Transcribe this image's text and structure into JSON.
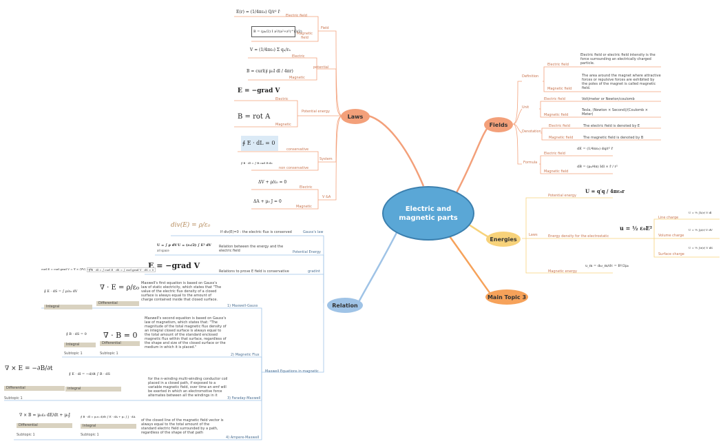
{
  "center": {
    "label_line1": "Electric and",
    "label_line2": "magnetic parts",
    "color": "#5aa7d6"
  },
  "topics": {
    "laws": {
      "label": "Laws",
      "color": "#f3a07a"
    },
    "fields": {
      "label": "Fields",
      "color": "#f3a07a"
    },
    "energies": {
      "label": "Energies",
      "color": "#f7d27a"
    },
    "main3": {
      "label": "Main Topic 3",
      "color": "#f6a25a"
    },
    "relation": {
      "label": "Relation",
      "color": "#9fc3e6"
    }
  },
  "laws": {
    "field": "Field",
    "electric_field": "Electric field",
    "magnetic_field": "Magnetic field",
    "potential": "potential",
    "electric": "Electric",
    "magnetic": "Magnetic",
    "potential_energy": "Potential energy",
    "system": "System",
    "conservative": "conservative",
    "non_conservative": "non conservative",
    "vsa": "V &A",
    "f_efield": "E(r) = (1/4πε₀) Q/r² r̂",
    "f_bfield": "B = (μ₀/2) I a²/(a²+z²)^(3/2)",
    "f_v": "V = (1/4πε₀) Σ qₙ/rₙ",
    "f_b": "B = curl(∮ μ₀I dl / 4πr)",
    "f_grad": "E = −grad V",
    "f_rot": "B = rot A",
    "f_loop": "∮ E · dL = 0",
    "f_nonc": "∮ B · dl = ∫ B curl B ds",
    "f_lap_v": "ΔV + ρ/ε₀ = 0",
    "f_lap_a": "ΔA + μ₀ J = 0"
  },
  "fields": {
    "definition": "Definition",
    "electric_field": "Electric field",
    "magnetic_field": "Magnetic field",
    "def_e": "Electric field or electric field intensity is the force surrounding an electrically charged particle.",
    "def_m": "The area around the magnet where attractive forces or repulsive forces are exhibited by the poles of the magnet is called magnetic field.",
    "unit": "Unit",
    "unit_e": "Volt/meter or Newton/coulomb",
    "unit_m": "Tesla, (Newton × Second)/(Coulomb × Meter)",
    "denotation": "Denotation",
    "den_e": "The electric field is denoted by E",
    "den_m": "The magnetic field is denoted by B",
    "formula": "Formula",
    "f_de": "dE = (1/4πε₀) dq/r² r̂",
    "f_db": "dB = (μ₀/4π) Idl × r̂ / r²"
  },
  "energies": {
    "laws": "Laws",
    "potential_energy": "Potential energy",
    "f_pe": "U = q′q / 4πε₀r",
    "density": "Energy density for the electrostatic",
    "f_density": "u = ½ ε₀E²",
    "line_charge": "Line charge",
    "volume_charge": "Volume charge",
    "surface_charge": "Surface charge",
    "f_line": "U = ½ ∫λ(r) V dl",
    "f_vol": "U = ½ ∫ρ(r) V dV",
    "f_surf": "U = ½ ∫σ(r) V dS",
    "magnetic_energy": "Magnetic energy",
    "f_mag": "u_m = dω_m/dτ = B²/2μ₀"
  },
  "relation": {
    "gauss_law": "Gauss's law",
    "gauss_text": "If div(E)=0 : the electric flux is conserved",
    "f_div": "div(E) = ρ/ε₀",
    "potential_energy": "Potential Energy",
    "pe_text": "Relation between the energy and the electric field",
    "f_pe1": "U = ∫ ρ dV",
    "f_pe2": "U = (ε₀/2) ∫ E² dV",
    "all_space": "all space",
    "gradint": "gradint",
    "grad_text": "Relations to prove E field is conservative",
    "f_grad": "E = −grad V",
    "f_curl": "curl E = curl grad V = ∇ × (∇V) = 0",
    "f_curl2": "∮ E · dl = ∫ curl E · dS = ∫ curl grad V · dS = 0",
    "maxwell_gauss": "1) Maxwell-Gauss",
    "mg_text": "Maxwell's first equation is based on Gauss's law of static electricity, which states that \"The value of the electric flux density of a closed surface is always equal to the amount of charge contained inside that closed surface.",
    "mg_integral": "∮ E · dS = ∫ ρ/ε₀ dV",
    "mg_diff": "∇ · E = ρ/ε₀",
    "integral": "Integral",
    "differential": "Differential",
    "magnetic_flux": "2) Magnetic Flux",
    "mf_text": "Maxwell's second equation is based on Gauss's law of magnetism, which states that: \"The magnitude of the total magnetic flux density of an integral closed surface is always equal to the total amount of the standard enclosed magnetic flux within that surface, regardless of the shape and size of the closed surface or the medium in which it is placed.\"",
    "mf_integral": "∮ B · dS = 0",
    "mf_diff": "∇ · B = 0",
    "subtopic": "Subtopic 1",
    "faraday": "3) Faraday-Maxwell",
    "fa_text": "for the n-winding multi-winding conductor coil placed in a closed path, if exposed to a variable magnetic field, over time an emf will be exerted in which an electromotive force alternates between all the windings in it",
    "fa_integral": "∮ E · dl = −d/dt ∫ B · dS",
    "fa_diff": "∇ × E = −∂B/∂t",
    "ampere": "4) Ampere-Maxwell",
    "am_text": "of the closed line of the magnetic field vector is always equal to the total amount of the standard electric field surrounded by a path, regardless of the shape of that path",
    "am_integral": "∮ B · dl = μ₀ε₀ d/dt ∫ E · dA + μ₀ ∫ J · dA",
    "am_diff": "∇ × B = μ₀ε₀ dE/dt + μ₀J",
    "maxwell_eq": "Maxwell Equations in magnetic",
    "integral_l": "integral"
  }
}
